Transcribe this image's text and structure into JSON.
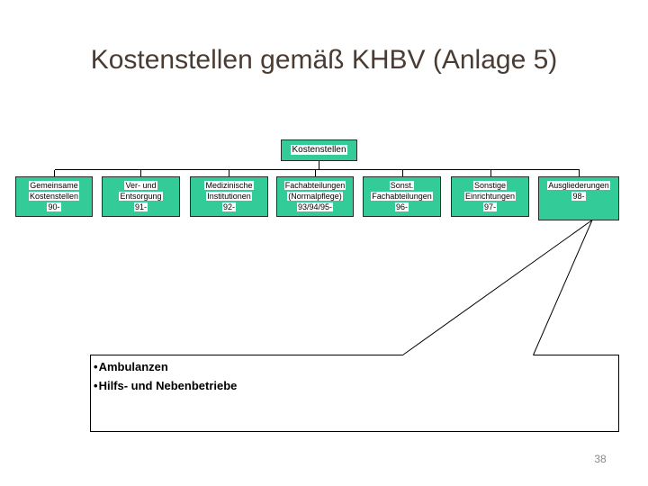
{
  "slide": {
    "title": "Kostenstellen gemäß KHBV (Anlage 5)",
    "page_number": "38"
  },
  "colors": {
    "node_fill": "#33CC99",
    "node_border": "#2b2b2b",
    "title_color": "#4a3b33",
    "connector_color": "#000000",
    "text_highlight": "#ffffff",
    "page_number_color": "#8a8a8a"
  },
  "org_chart": {
    "root": {
      "label": "Kostenstellen"
    },
    "nodes": [
      {
        "lines": [
          "Gemeinsame",
          "Kostenstellen",
          "90-"
        ]
      },
      {
        "lines": [
          "Ver- und",
          "Entsorgung",
          "91-"
        ]
      },
      {
        "lines": [
          "Medizinische",
          "Institutionen",
          "92-"
        ]
      },
      {
        "lines": [
          "Fachabteilungen",
          "(Normalpflege)",
          "93/94/95-"
        ]
      },
      {
        "lines": [
          "Sonst.",
          "Fachabteilungen",
          "96-"
        ]
      },
      {
        "lines": [
          "Sonstige",
          "Einrichtungen",
          "97-"
        ]
      },
      {
        "lines": [
          "Ausgliederungen",
          "98-"
        ]
      }
    ]
  },
  "callout": {
    "bullet": "•",
    "items": [
      "Ambulanzen",
      "Hilfs- und Nebenbetriebe"
    ]
  }
}
